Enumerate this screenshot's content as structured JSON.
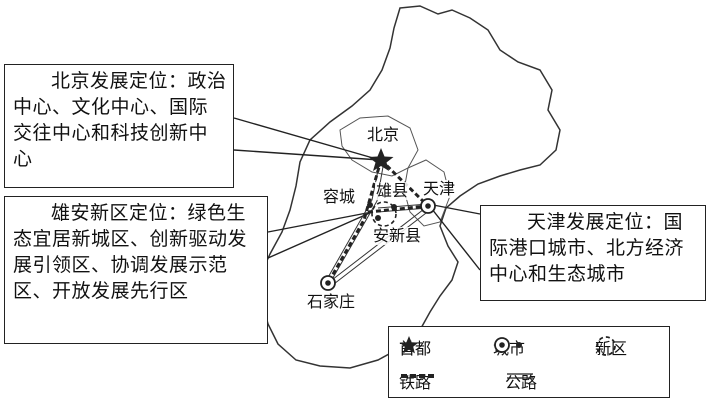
{
  "callouts": {
    "beijing": "北京发展定位：政治中心、文化中心、国际交往中心和科技创新中心",
    "xiongan": "雄安新区定位：绿色生态宜居新城区、创新驱动发展引领区、协调发展示范区、开放发展先行区",
    "tianjin": "天津发展定位：国际港口城市、北方经济中心和生态城市"
  },
  "cities": {
    "beijing": "北京",
    "tianjin": "天津",
    "shijiazhuang": "石家庄",
    "rongcheng": "容城",
    "xiongxian": "雄县",
    "anxin": "安新县"
  },
  "legend": {
    "capital": "首都",
    "city": "城市",
    "new_area": "新区",
    "railway": "铁路",
    "highway": "公路"
  },
  "colors": {
    "ink": "#222222",
    "paper": "#ffffff"
  }
}
